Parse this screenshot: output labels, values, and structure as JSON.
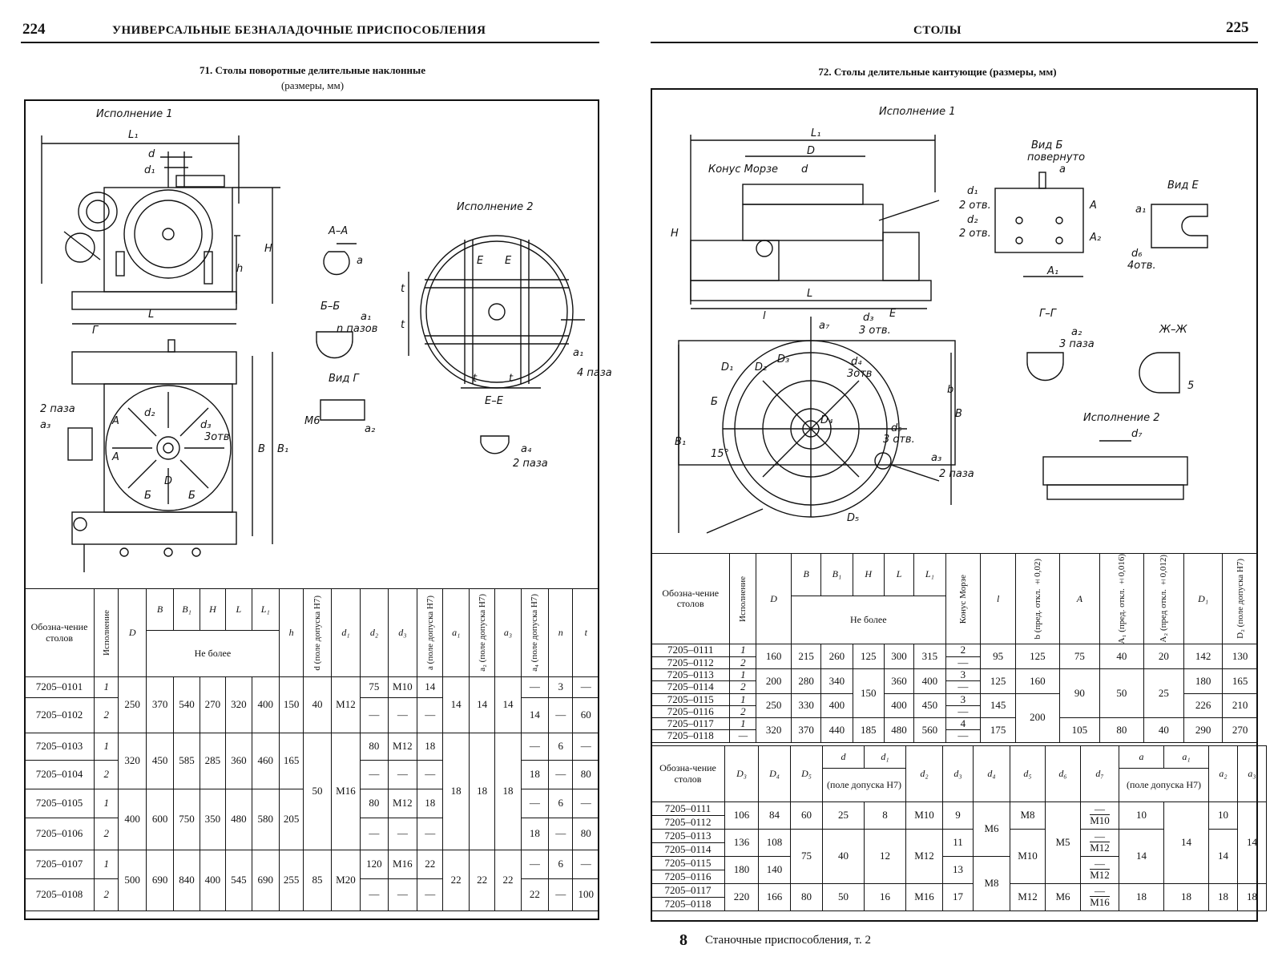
{
  "left_page": {
    "page_number": "224",
    "running_head": "УНИВЕРСАЛЬНЫЕ БЕЗНАЛАДОЧНЫЕ ПРИСПОСОБЛЕНИЯ",
    "table_title": "71. Столы поворотные делительные наклонные",
    "table_subtitle": "(размеры, мм)",
    "drawing_labels": {
      "variant1": "Исполнение 1",
      "variant2": "Исполнение 2",
      "section_aa": "А–А",
      "section_bb": "Б–Б",
      "view_g": "Вид Г",
      "section_ee": "Е–Е",
      "L1": "L₁",
      "d": "d",
      "d1": "d₁",
      "H": "H",
      "h": "h",
      "L": "L",
      "G": "Г",
      "B": "B",
      "B1": "B₁",
      "D": "D",
      "d2": "d₂",
      "d3": "d₃",
      "three_holes": "3отв",
      "a": "a",
      "a1": "a₁",
      "n_slots": "n пазов",
      "a2": "a₂",
      "M6": "M6",
      "a3": "a₃",
      "two_slots": "2 паза",
      "t": "t",
      "four_slots": "4 паза",
      "a4": "a₄",
      "E": "Е",
      "A": "А",
      "Bsec": "Б"
    },
    "table": {
      "headers": {
        "designation": "Обозна-чение столов",
        "variant": "Исполнение",
        "D": "D",
        "B": "B",
        "B1": "B₁",
        "H": "H",
        "L": "L",
        "L1": "L₁",
        "not_more": "Не более",
        "h": "h",
        "d": "d (поле допуска H7)",
        "d1": "d₁",
        "d2": "d₂",
        "d3": "d₃",
        "a": "a (поле допуска H7)",
        "a1": "a₁",
        "a2": "a₂ (поле допуска H7)",
        "a3": "a₃",
        "a4": "a₄ (поле допуска H7)",
        "n": "n",
        "t": "t"
      },
      "rows": [
        {
          "name": "7205–0101",
          "var": "1",
          "d2": "75",
          "d3": "M10",
          "a": "14",
          "a4": "—",
          "n": "3",
          "t": "—"
        },
        {
          "name": "7205–0102",
          "var": "2",
          "d2": "—",
          "d3": "—",
          "a": "—",
          "a4": "14",
          "n": "—",
          "t": "60"
        },
        {
          "name": "7205–0103",
          "var": "1",
          "d2": "80",
          "d3": "M12",
          "a": "18",
          "a4": "—",
          "n": "6",
          "t": "—"
        },
        {
          "name": "7205–0104",
          "var": "2",
          "d2": "—",
          "d3": "—",
          "a": "—",
          "a4": "18",
          "n": "—",
          "t": "80"
        },
        {
          "name": "7205–0105",
          "var": "1",
          "d2": "80",
          "d3": "M12",
          "a": "18",
          "a4": "—",
          "n": "6",
          "t": "—"
        },
        {
          "name": "7205–0106",
          "var": "2",
          "d2": "—",
          "d3": "—",
          "a": "—",
          "a4": "18",
          "n": "—",
          "t": "80"
        },
        {
          "name": "7205–0107",
          "var": "1",
          "d2": "120",
          "d3": "M16",
          "a": "22",
          "a4": "—",
          "n": "6",
          "t": "—"
        },
        {
          "name": "7205–0108",
          "var": "2",
          "d2": "—",
          "d3": "—",
          "a": "—",
          "a4": "22",
          "n": "—",
          "t": "100"
        }
      ],
      "groups": [
        {
          "D": "250",
          "B": "370",
          "B1": "540",
          "H": "270",
          "L": "320",
          "L1": "400",
          "h": "150",
          "d": "40",
          "d1": "M12",
          "a1": "14",
          "a2": "14",
          "a3": "14"
        },
        {
          "D": "320",
          "B": "450",
          "B1": "585",
          "H": "285",
          "L": "360",
          "L1": "460",
          "h": "165",
          "a1": "18",
          "a2": "18",
          "a3": "18"
        },
        {
          "D": "400",
          "B": "600",
          "B1": "750",
          "H": "350",
          "L": "480",
          "L1": "580",
          "h": "205"
        },
        {
          "D": "500",
          "B": "690",
          "B1": "840",
          "H": "400",
          "L": "545",
          "L1": "690",
          "h": "255",
          "d": "85",
          "d1": "M20",
          "a1": "22",
          "a2": "22",
          "a3": "22"
        }
      ],
      "shared": {
        "d_mid": "50",
        "d1_mid": "M16"
      }
    }
  },
  "right_page": {
    "page_number": "225",
    "running_head": "СТОЛЫ",
    "table_title": "72. Столы делительные кантующие (размеры, мм)",
    "drawing_labels": {
      "variant1": "Исполнение 1",
      "variant2": "Исполнение 2",
      "morse": "Конус Морзе",
      "view_b": "Вид Б",
      "rotated": "повернуто",
      "view_e": "Вид Е",
      "sec_gg": "Г–Г",
      "sec_zz": "Ж–Ж",
      "L1": "L₁",
      "D": "D",
      "d": "d",
      "H": "H",
      "L": "L",
      "l": "l",
      "d1": "d₁",
      "two_holes": "2 отв.",
      "d2": "d₂",
      "A": "A",
      "A1": "A₁",
      "A2": "A₂",
      "a": "a",
      "a1": "a₁",
      "d6": "d₆",
      "four_holes": "4отв.",
      "a7": "a₇",
      "d3": "d₃",
      "three_holes": "3 отв.",
      "E": "Е",
      "a2": "a₂",
      "three_slots": "3 паза",
      "D1": "D₁",
      "D2": "D₂",
      "D3": "D₃",
      "d4": "d₄",
      "three_holes_b": "3отв",
      "D4": "D₄",
      "d5": "d₅",
      "D5": "D₅",
      "b": "b",
      "B": "B",
      "B1": "B₁",
      "Bview": "Б",
      "angle": "15°",
      "a3": "a₃",
      "two_slots": "2 паза",
      "Gsec": "Г",
      "Zsec": "Ж",
      "d7": "d₇",
      "five": "5"
    },
    "table1": {
      "headers": {
        "designation": "Обозна-чение столов",
        "variant": "Исполнение",
        "D": "D",
        "B": "B",
        "B1": "B₁",
        "H": "H",
        "L": "L",
        "L1": "L₁",
        "not_more": "Не более",
        "morse": "Конус Морзе",
        "l": "l",
        "b": "b (пред. откл. ±0,02)",
        "A": "A",
        "A1": "A₁ (пред. откл. ±0,016)",
        "A2": "A₂ (пред откл. ±0,012)",
        "D1": "D₁",
        "D2": "D₂ (поле допуска H7)"
      },
      "rows": [
        {
          "name": "7205–0111",
          "var": "1",
          "morse_top": "2"
        },
        {
          "name": "7205–0112",
          "var": "2",
          "morse_top": "—"
        },
        {
          "name": "7205–0113",
          "var": "1",
          "morse_top": "3"
        },
        {
          "name": "7205–0114",
          "var": "2",
          "morse_top": "—"
        },
        {
          "name": "7205–0115",
          "var": "1",
          "morse_top": "3"
        },
        {
          "name": "7205–0116",
          "var": "2",
          "morse_top": "—"
        },
        {
          "name": "7205–0117",
          "var": "1",
          "morse_top": "4"
        },
        {
          "name": "7205–0118",
          "var": "—",
          "morse_top": "—"
        }
      ],
      "groups": [
        {
          "D": "160",
          "B": "215",
          "B1": "260",
          "H": "125",
          "L": "300",
          "L1": "315",
          "l": "95",
          "b": "125",
          "A": "75",
          "A1": "40",
          "A2": "20",
          "D1": "142",
          "D2": "130"
        },
        {
          "D": "200",
          "B": "280",
          "B1": "340",
          "L": "360",
          "L1": "400",
          "l": "125",
          "b": "160",
          "D1": "180",
          "D2": "165"
        },
        {
          "D": "250",
          "B": "330",
          "B1": "400",
          "L": "400",
          "L1": "450",
          "l": "145",
          "D1": "226",
          "D2": "210"
        },
        {
          "D": "320",
          "B": "370",
          "B1": "440",
          "H": "185",
          "L": "480",
          "L1": "560",
          "l": "175",
          "A": "105",
          "A1": "80",
          "A2": "40",
          "D1": "290",
          "D2": "270"
        }
      ],
      "shared": {
        "H_mid": "150",
        "b_mid": "200",
        "A_mid": "90",
        "A1_mid": "50",
        "A2_mid": "25"
      }
    },
    "table2": {
      "headers": {
        "designation": "Обозна-чение столов",
        "D3": "D₃",
        "D4": "D₄",
        "D5": "D₅",
        "d": "d",
        "d1": "d₁",
        "tol": "(поле допуска H7)",
        "d2": "d₂",
        "d3": "d₃",
        "d4": "d₄",
        "d5": "d₅",
        "d6": "d₆",
        "d7": "d₇",
        "a": "a",
        "a1": "a₁",
        "a2": "a₂",
        "a3": "a₃"
      },
      "rows": [
        "7205–0111",
        "7205–0112",
        "7205–0113",
        "7205–0114",
        "7205–0115",
        "7205–0116",
        "7205–0117",
        "7205–0118"
      ],
      "values": {
        "D3": [
          "106",
          "136",
          "180",
          "220"
        ],
        "D4": [
          "84",
          "108",
          "140",
          "166"
        ],
        "D5": [
          "60",
          "75",
          "80"
        ],
        "d": [
          "25",
          "40",
          "50"
        ],
        "d1": [
          "8",
          "12",
          "16"
        ],
        "d2": [
          "M10",
          "M12",
          "M16"
        ],
        "d3": [
          "9",
          "11",
          "13",
          "17"
        ],
        "d4": [
          "M6",
          "M8"
        ],
        "d5": [
          "M8",
          "M10",
          "M12"
        ],
        "d6": [
          "M5",
          "M6"
        ],
        "d7_dash": "—",
        "d7": [
          "M10",
          "M12",
          "M12",
          "M16"
        ],
        "a": [
          "10",
          "14",
          "14",
          "18"
        ],
        "a1": [
          "14",
          "18"
        ],
        "a2": [
          "10",
          "14",
          "18"
        ],
        "a3": [
          "14",
          "18"
        ]
      }
    },
    "footer": {
      "number": "8",
      "text": "Станочные приспособления, т. 2"
    }
  }
}
